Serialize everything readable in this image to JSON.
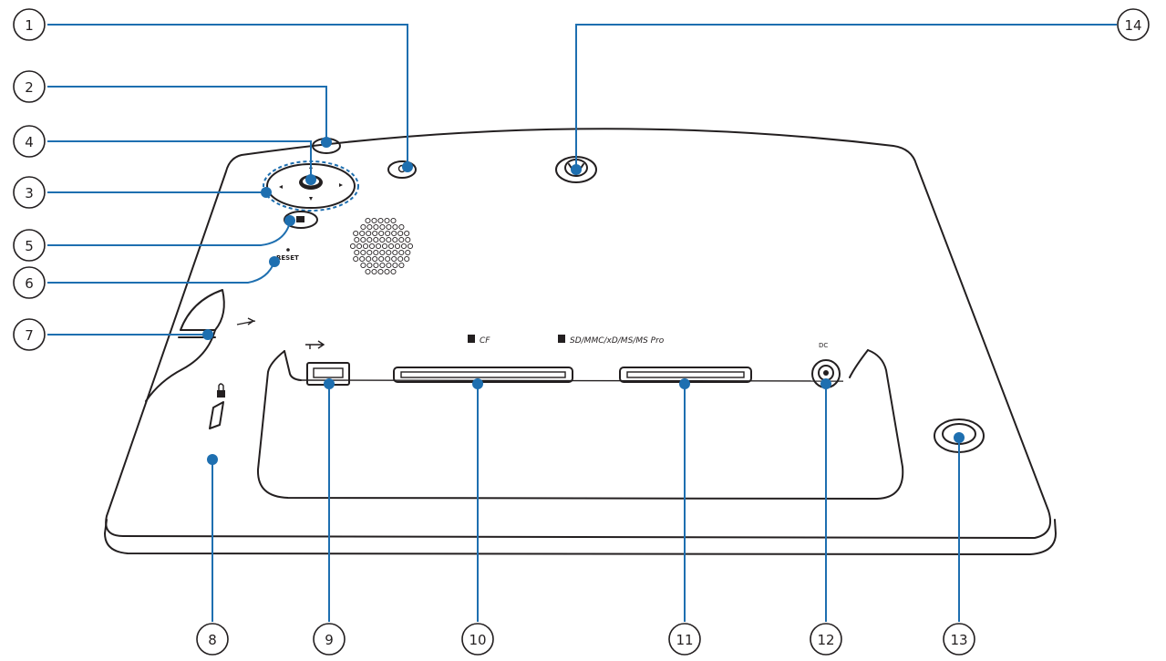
{
  "callouts": [
    "1",
    "2",
    "3",
    "4",
    "5",
    "6",
    "7",
    "8",
    "9",
    "10",
    "11",
    "12",
    "13",
    "14"
  ],
  "port_labels": {
    "cf": "CF",
    "sd": "SD/MMC/xD/MS/MS Pro",
    "dc": "DC"
  },
  "colors": {
    "leader": "#1e6fb0",
    "outline": "#231f20"
  }
}
